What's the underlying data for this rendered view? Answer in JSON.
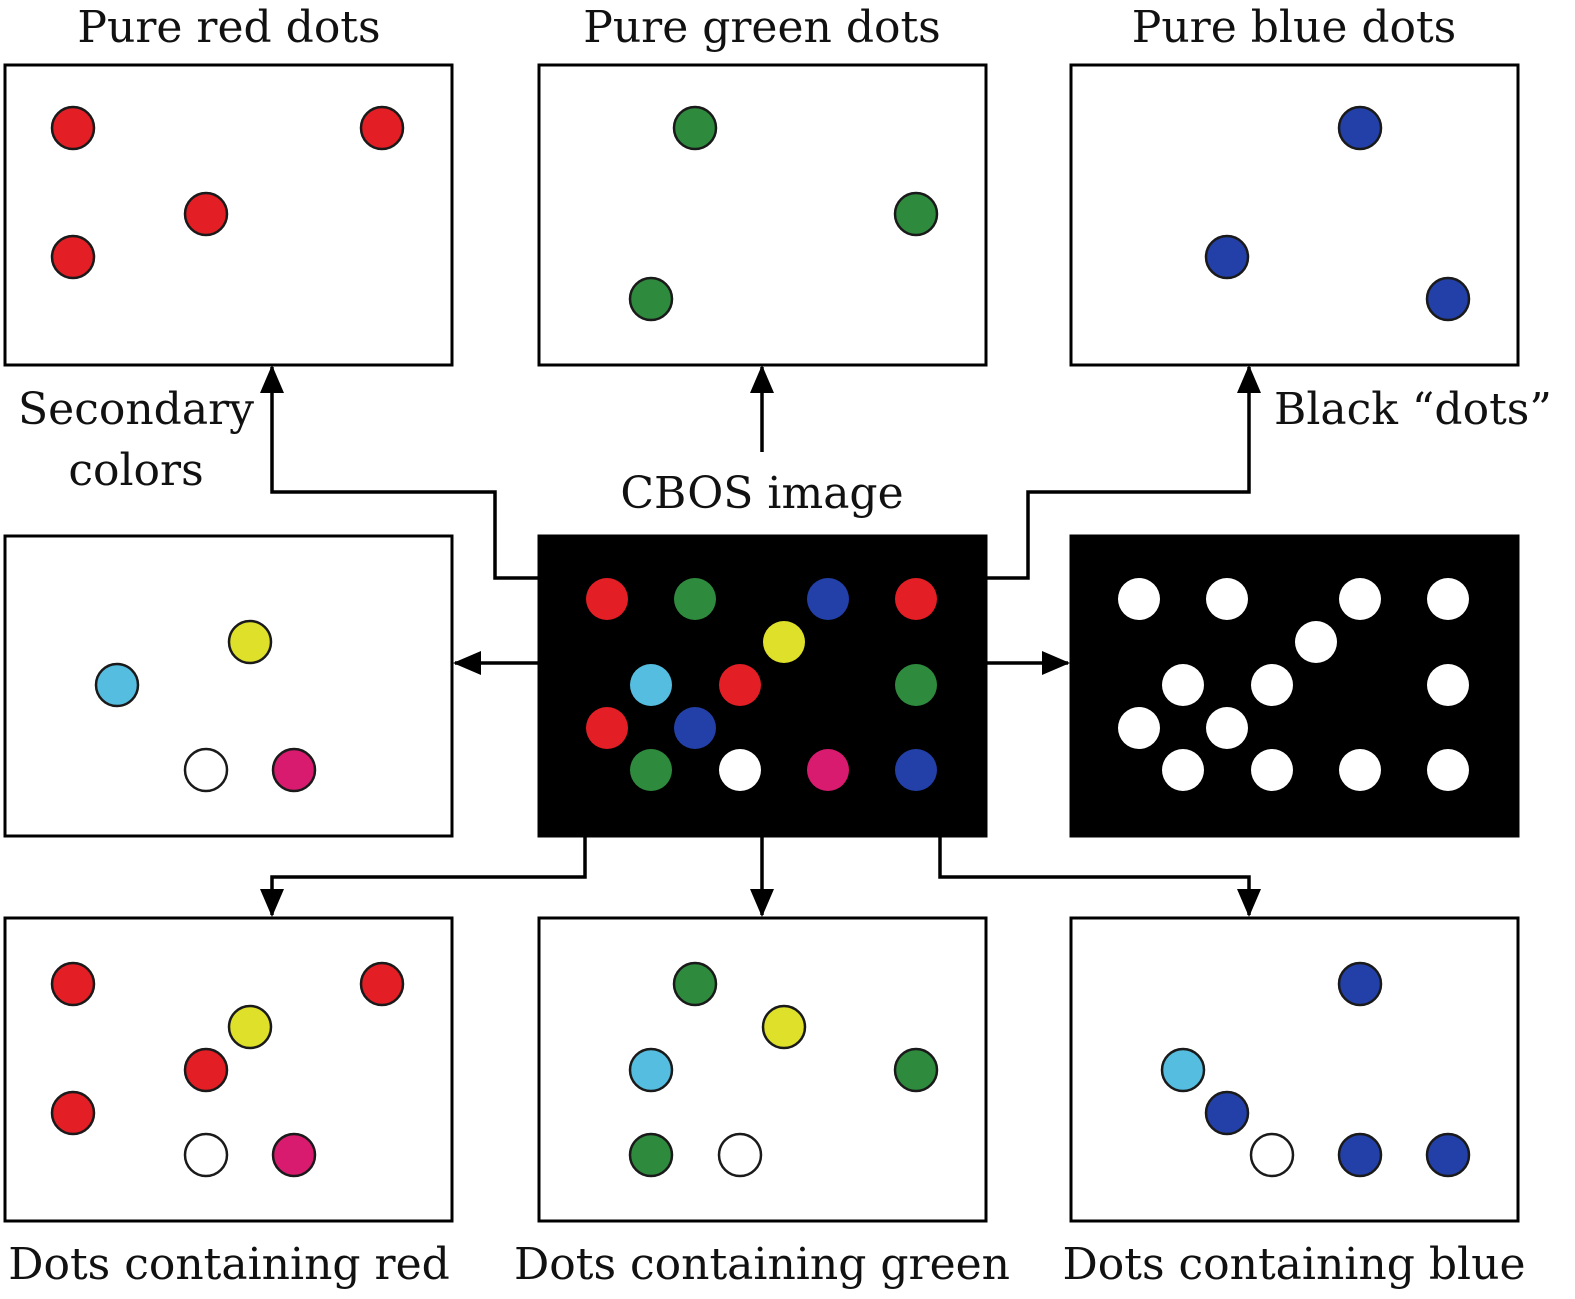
{
  "labels": {
    "pure_red": "Pure red dots",
    "pure_green": "Pure green dots",
    "pure_blue": "Pure blue dots",
    "secondary_line1": "Secondary",
    "secondary_line2": "colors",
    "cbos": "CBOS image",
    "black_dots": "Black “dots”",
    "contain_red": "Dots containing red",
    "contain_green": "Dots containing green",
    "contain_blue": "Dots containing blue"
  },
  "colors": {
    "red": "#e31e24",
    "green": "#2e8b3e",
    "blue": "#2240a8",
    "yellow": "#dfe02a",
    "cyan": "#55bde0",
    "magenta": "#d81b6e",
    "white": "#ffffff"
  },
  "panels": {
    "pure_red": [
      "red",
      "red",
      "red",
      "red"
    ],
    "pure_green": [
      "green",
      "green",
      "green"
    ],
    "pure_blue": [
      "blue",
      "blue",
      "blue"
    ],
    "secondary": [
      "cyan",
      "yellow",
      "white",
      "magenta"
    ],
    "cbos": [
      "red",
      "green",
      "blue",
      "red",
      "yellow",
      "cyan",
      "red",
      "green",
      "red",
      "blue",
      "green",
      "white",
      "magenta",
      "blue"
    ],
    "black_dots": [
      "white",
      "white",
      "white",
      "white",
      "white",
      "white",
      "white",
      "white",
      "white",
      "white",
      "white",
      "white",
      "white",
      "white"
    ],
    "contain_red": [
      "red",
      "red",
      "yellow",
      "red",
      "red",
      "white",
      "magenta"
    ],
    "contain_green": [
      "green",
      "yellow",
      "cyan",
      "green",
      "green",
      "white"
    ],
    "contain_blue": [
      "blue",
      "cyan",
      "blue",
      "white",
      "blue",
      "blue"
    ]
  }
}
